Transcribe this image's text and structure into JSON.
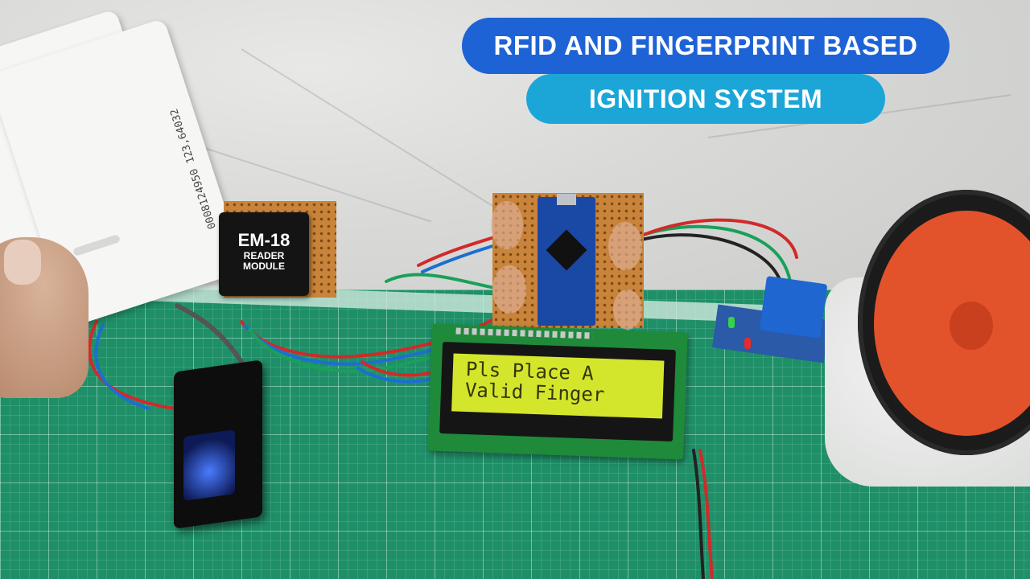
{
  "title": {
    "line1": "RFID AND FINGERPRINT BASED",
    "line2": "IGNITION SYSTEM"
  },
  "rfid_card": {
    "printed_number": "0008124950  123,64032"
  },
  "em18_module": {
    "label": "EM-18",
    "sub_line1": "READER",
    "sub_line2": "MODULE"
  },
  "lcd": {
    "line1": "Pls Place A",
    "line2": "Valid Finger",
    "backlight_color": "#d4e62b"
  },
  "colors": {
    "title_pill_1": "#1e63d6",
    "title_pill_2": "#1ca6d8",
    "cutting_mat": "#1f8f68"
  }
}
